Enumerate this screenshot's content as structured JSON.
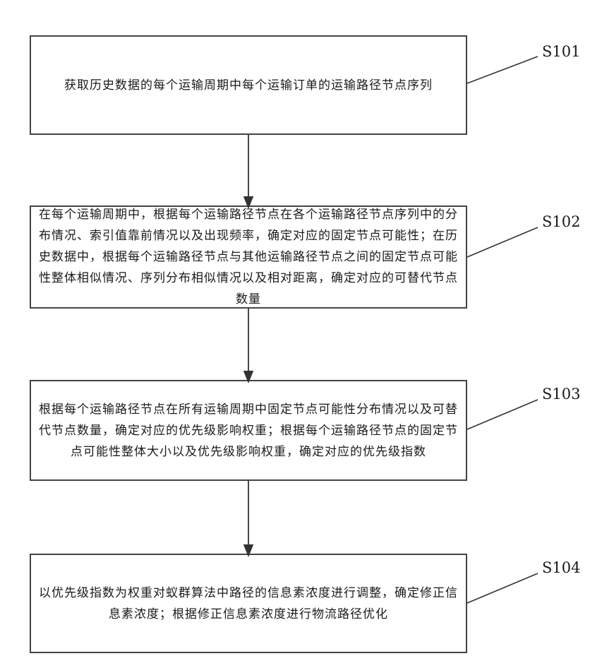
{
  "flowchart": {
    "steps": [
      {
        "label": "S101",
        "text": "获取历史数据的每个运输周期中每个运输订单的运输路径节点序列"
      },
      {
        "label": "S102",
        "text": "在每个运输周期中，根据每个运输路径节点在各个运输路径节点序列中的分布情况、索引值靠前情况以及出现频率，确定对应的固定节点可能性；在历史数据中，根据每个运输路径节点与其他运输路径节点之间的固定节点可能性整体相似情况、序列分布相似情况以及相对距离，确定对应的可替代节点数量"
      },
      {
        "label": "S103",
        "text": "根据每个运输路径节点在所有运输周期中固定节点可能性分布情况以及可替代节点数量，确定对应的优先级影响权重；根据每个运输路径节点的固定节点可能性整体大小以及优先级影响权重，确定对应的优先级指数"
      },
      {
        "label": "S104",
        "text": "以优先级指数为权重对蚁群算法中路径的信息素浓度进行调整，确定修正信息素浓度；根据修正信息素浓度进行物流路径优化"
      }
    ]
  }
}
